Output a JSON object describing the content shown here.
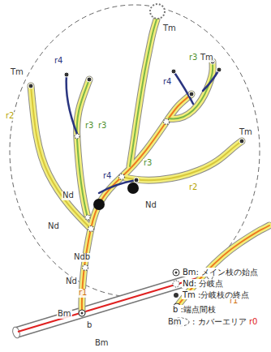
{
  "diagram": {
    "labels": [
      "Tm",
      "Tm",
      "r4",
      "r4",
      "r3",
      "Tm",
      "r2",
      "r3",
      "r3",
      "Tm",
      "r4",
      "r3",
      "r2",
      "Nd",
      "Nd",
      "Nd",
      "Ndb",
      "Nd",
      "r1",
      "r1",
      "r0",
      "Bm",
      "b",
      "Bm",
      "Bm"
    ],
    "legend": [
      {
        "text": "Bm: メイン枝の始点"
      },
      {
        "text": "Nd: 分岐点"
      },
      {
        "text": "Tm :分岐枝の終点"
      },
      {
        "text": "b :端点間枝"
      },
      {
        "text": ": カバーエリア"
      }
    ]
  }
}
